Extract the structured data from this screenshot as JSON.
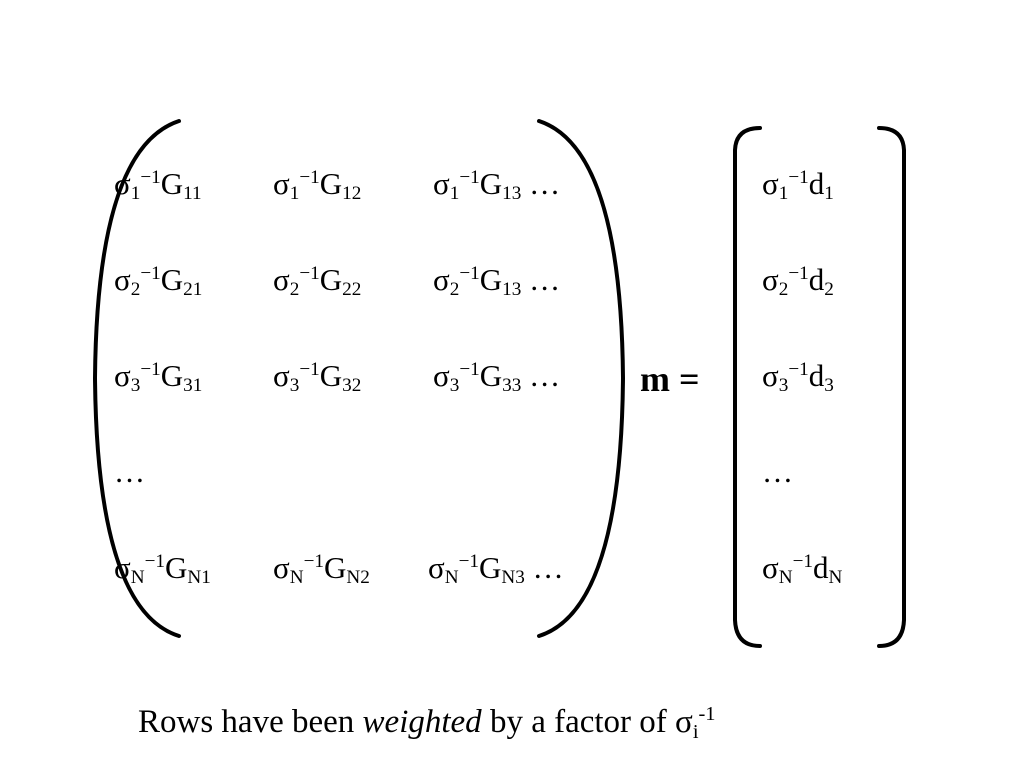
{
  "matrix_G": {
    "rows": [
      [
        {
          "base": "σ",
          "sub1": "1",
          "sup": "−1",
          "G": "G",
          "sub2": "11",
          "tail": ""
        },
        {
          "base": "σ",
          "sub1": "1",
          "sup": "−1",
          "G": "G",
          "sub2": "12",
          "tail": ""
        },
        {
          "base": "σ",
          "sub1": "1",
          "sup": "−1",
          "G": "G",
          "sub2": "13",
          "tail": " …"
        }
      ],
      [
        {
          "base": "σ",
          "sub1": "2",
          "sup": "−1",
          "G": "G",
          "sub2": "21",
          "tail": ""
        },
        {
          "base": "σ",
          "sub1": "2",
          "sup": "−1",
          "G": "G",
          "sub2": "22",
          "tail": ""
        },
        {
          "base": "σ",
          "sub1": "2",
          "sup": "−1",
          "G": "G",
          "sub2": "13",
          "tail": " …"
        }
      ],
      [
        {
          "base": "σ",
          "sub1": "3",
          "sup": "−1",
          "G": "G",
          "sub2": "31",
          "tail": ""
        },
        {
          "base": "σ",
          "sub1": "3",
          "sup": "−1",
          "G": "G",
          "sub2": "32",
          "tail": ""
        },
        {
          "base": "σ",
          "sub1": "3",
          "sup": "−1",
          "G": "G",
          "sub2": "33",
          "tail": " …"
        }
      ],
      [
        {
          "base": "…"
        }
      ],
      [
        {
          "base": "σ",
          "sub1": "N",
          "sup": "−1",
          "G": "G",
          "sub2": "N1",
          "tail": ""
        },
        {
          "base": "σ",
          "sub1": "N",
          "sup": "−1",
          "G": "G",
          "sub2": "N2",
          "tail": ""
        },
        {
          "base": "σ",
          "sub1": "N",
          "sup": "−1",
          "G": "G",
          "sub2": "N3",
          "tail": " …"
        }
      ]
    ]
  },
  "equals": "m =",
  "vector_d": {
    "rows": [
      {
        "base": "σ",
        "sub1": "1",
        "sup": "−1",
        "d": "d",
        "sub2": "1"
      },
      {
        "base": "σ",
        "sub1": "2",
        "sup": "−1",
        "d": "d",
        "sub2": "2"
      },
      {
        "base": "σ",
        "sub1": "3",
        "sup": "−1",
        "d": "d",
        "sub2": "3"
      },
      {
        "base": "…"
      },
      {
        "base": "σ",
        "sub1": "N",
        "sup": "−1",
        "d": "d",
        "sub2": "N"
      }
    ]
  },
  "caption": {
    "part1": "Rows have been ",
    "emphasis": "weighted",
    "part2": " by a factor of ",
    "symbol": "σ",
    "sub": "i",
    "sup": "-1"
  }
}
